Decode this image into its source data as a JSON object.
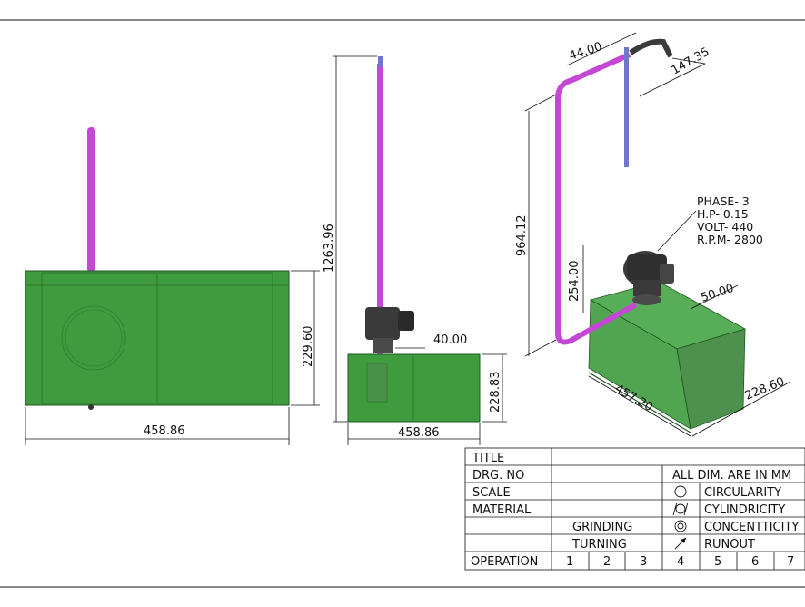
{
  "dimensions": {
    "front_width": "458.86",
    "front_height": "229.60",
    "side_overall_height": "1263.96",
    "side_offset": "40.00",
    "side_height": "228.83",
    "side_width": "458.86",
    "iso_height": "964.12",
    "iso_top_width": "44.00",
    "iso_reach": "147.35",
    "iso_pipe_drop": "254.00",
    "iso_motor_offset": "50.00",
    "iso_length": "457.20",
    "iso_depth": "228.60"
  },
  "motor_specs": [
    "PHASE- 3",
    "H.P- 0.15",
    "VOLT- 440",
    "R.P.M- 2800"
  ],
  "title_block": {
    "title_label": "TITLE",
    "drg_no_label": "DRG. NO",
    "scale_label": "SCALE",
    "material_label": "MATERIAL",
    "units_note": "ALL DIM. ARE IN MM",
    "grinding_label": "GRINDING",
    "turning_label": "TURNING",
    "operation_label": "OPERATION",
    "operation_numbers": [
      "1",
      "2",
      "3",
      "4",
      "5",
      "6",
      "7"
    ],
    "symbols": [
      {
        "icon": "circularity-icon",
        "label": "CIRCULARITY"
      },
      {
        "icon": "cylindricity-icon",
        "label": "CYLINDRICITY"
      },
      {
        "icon": "concentricity-icon",
        "label": "CONCENTTICITY"
      },
      {
        "icon": "runout-icon",
        "label": "RUNOUT"
      }
    ]
  },
  "colors": {
    "tank_green": "#3e9b3e",
    "tank_dark": "#2f7d2f",
    "pipe_magenta": "#c447d6",
    "motor_grey": "#3a3a3a",
    "probe_blue": "#6f78c8"
  }
}
